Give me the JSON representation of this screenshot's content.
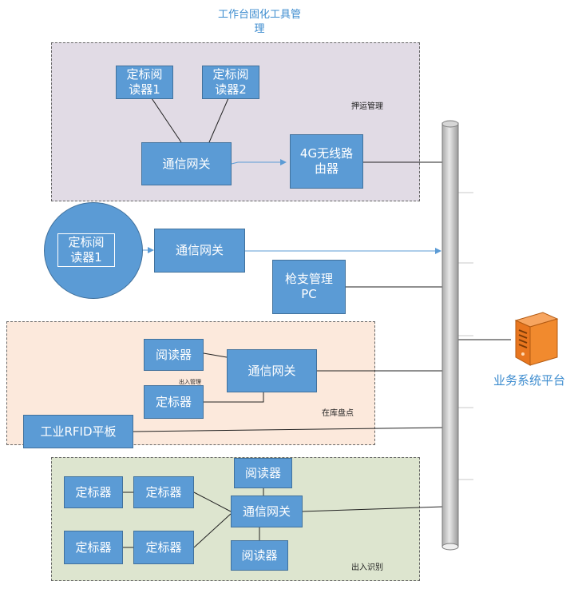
{
  "title": "工作台固化工具管\n理",
  "groups": {
    "escort": {
      "label": "押运管理",
      "reader1": "定标阅\n读器1",
      "reader2": "定标阅\n读器2",
      "gateway": "通信网关",
      "router": "4G无线路\n由器"
    },
    "middle": {
      "circle_reader": "定标阅\n读器1",
      "gateway": "通信网关",
      "gun_pc": "枪支管理\nPC"
    },
    "inventory": {
      "label": "在库盘点",
      "small_label": "出入管理",
      "reader": "阅读器",
      "locator": "定标器",
      "gateway": "通信网关",
      "tablet": "工业RFID平板"
    },
    "access": {
      "label": "出入识别",
      "locator1": "定标器",
      "locator2": "定标器",
      "locator3": "定标器",
      "locator4": "定标器",
      "reader_top": "阅读器",
      "reader_bottom": "阅读器",
      "gateway": "通信网关"
    }
  },
  "platform": {
    "label": "业务系统平台",
    "icon": "server-icon"
  },
  "colors": {
    "node_fill": "#5b9bd5",
    "node_border": "#41719c",
    "escort_bg": "#e1dbe5",
    "inventory_bg": "#fce9dc",
    "access_bg": "#dde5cf",
    "platform_text": "#3d8ccf",
    "arrow": "#5b9bd5"
  }
}
